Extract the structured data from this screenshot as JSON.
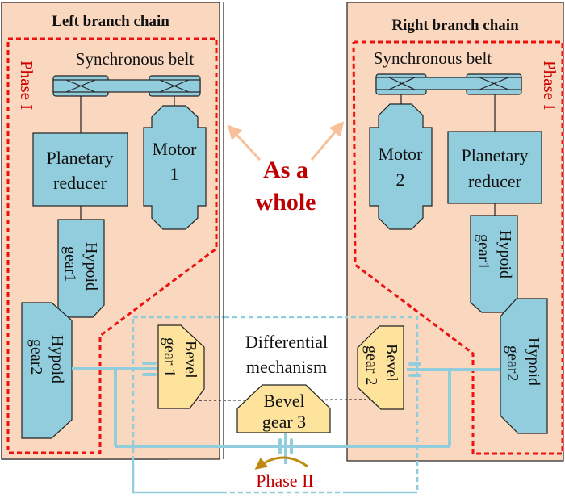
{
  "colors": {
    "panel_fill": "#fad8bf",
    "component_fill": "#92cddd",
    "bevel_fill": "#fde39c",
    "phase1_border": "#ee1111",
    "phase2_border": "#92cddd",
    "shaft": "#92cddd",
    "highlight_text": "#c00000",
    "arrow_peach": "#f7c09a",
    "rotation_arrow": "#c08a10"
  },
  "left_chain": {
    "title": "Left branch chain",
    "phase_label": "Phase I",
    "belt_label": "Synchronous belt",
    "reducer": [
      "Planetary",
      "reducer"
    ],
    "motor": [
      "Motor",
      "1"
    ],
    "hypoid1": [
      "Hypoid",
      "gear1"
    ],
    "hypoid2": [
      "Hypoid",
      "gear2"
    ],
    "bevel": [
      "Bevel",
      "gear 1"
    ]
  },
  "right_chain": {
    "title": "Right branch chain",
    "phase_label": "Phase I",
    "belt_label": "Synchronous belt",
    "reducer": [
      "Planetary",
      "reducer"
    ],
    "motor": [
      "Motor",
      "2"
    ],
    "hypoid1": [
      "Hypoid",
      "gear1"
    ],
    "hypoid2": [
      "Hypoid",
      "gear2"
    ],
    "bevel": [
      "Bevel",
      "gear 2"
    ]
  },
  "center": {
    "whole_label": [
      "As a",
      "whole"
    ],
    "differential_label": [
      "Differential",
      "mechanism"
    ],
    "bevel3": [
      "Bevel",
      "gear 3"
    ],
    "phase2_label": "Phase II"
  }
}
